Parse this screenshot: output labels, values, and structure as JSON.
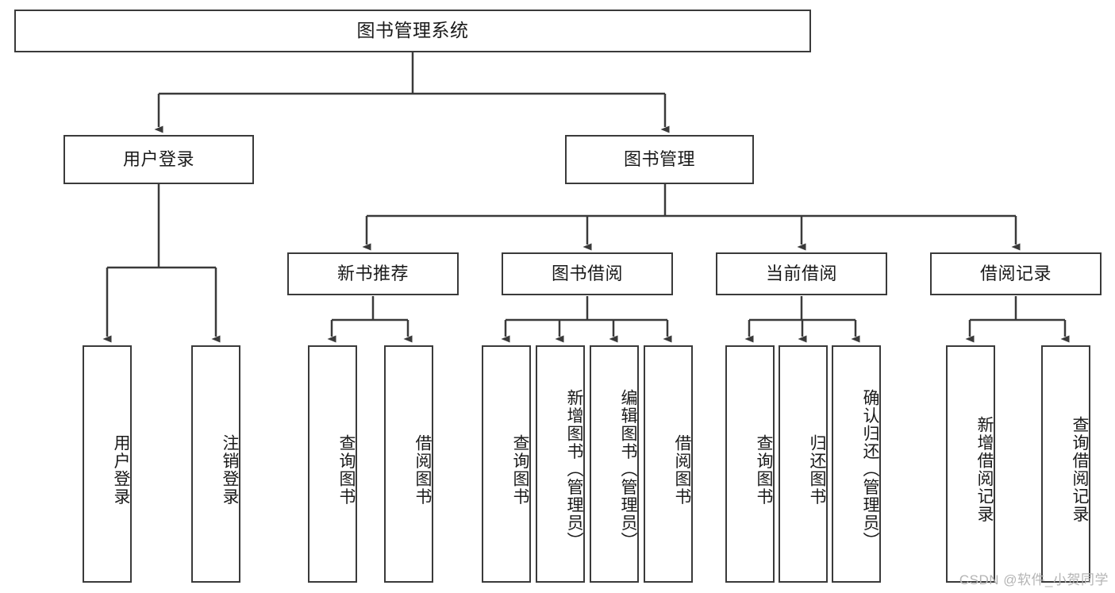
{
  "diagram": {
    "type": "tree-hierarchy",
    "title": "图书管理系统",
    "root": {
      "id": "root",
      "label": "图书管理系统"
    },
    "level2": [
      {
        "id": "user-login",
        "label": "用户登录"
      },
      {
        "id": "book-manage",
        "label": "图书管理"
      }
    ],
    "level3": [
      {
        "id": "new-book-recommend",
        "label": "新书推荐",
        "parent": "book-manage"
      },
      {
        "id": "book-borrow",
        "label": "图书借阅",
        "parent": "book-manage"
      },
      {
        "id": "current-borrow",
        "label": "当前借阅",
        "parent": "book-manage"
      },
      {
        "id": "borrow-record",
        "label": "借阅记录",
        "parent": "book-manage"
      }
    ],
    "leaves": [
      {
        "id": "leaf-user-login",
        "label": "用户登录",
        "parent": "user-login"
      },
      {
        "id": "leaf-logout-login",
        "label": "注销登录",
        "parent": "user-login"
      },
      {
        "id": "leaf-query-book-1",
        "label": "查询图书",
        "parent": "new-book-recommend"
      },
      {
        "id": "leaf-borrow-book-1",
        "label": "借阅图书",
        "parent": "new-book-recommend"
      },
      {
        "id": "leaf-query-book-2",
        "label": "查询图书",
        "parent": "book-borrow"
      },
      {
        "id": "leaf-add-book",
        "label": "新增图书（管理员）",
        "parent": "book-borrow"
      },
      {
        "id": "leaf-edit-book",
        "label": "编辑图书（管理员）",
        "parent": "book-borrow"
      },
      {
        "id": "leaf-borrow-book-2",
        "label": "借阅图书",
        "parent": "book-borrow"
      },
      {
        "id": "leaf-query-book-3",
        "label": "查询图书",
        "parent": "current-borrow"
      },
      {
        "id": "leaf-return-book",
        "label": "归还图书",
        "parent": "current-borrow"
      },
      {
        "id": "leaf-confirm-return",
        "label": "确认归还（管理员）",
        "parent": "current-borrow"
      },
      {
        "id": "leaf-add-record",
        "label": "新增借阅记录",
        "parent": "borrow-record"
      },
      {
        "id": "leaf-query-record",
        "label": "查询借阅记录",
        "parent": "borrow-record"
      }
    ],
    "colors": {
      "stroke": "#3a3a3a",
      "fill": "#ffffff",
      "text": "#1a1a1a",
      "watermark": "#b4b4b4"
    }
  },
  "watermark": {
    "text": "CSDN @软件_小贺同学"
  }
}
